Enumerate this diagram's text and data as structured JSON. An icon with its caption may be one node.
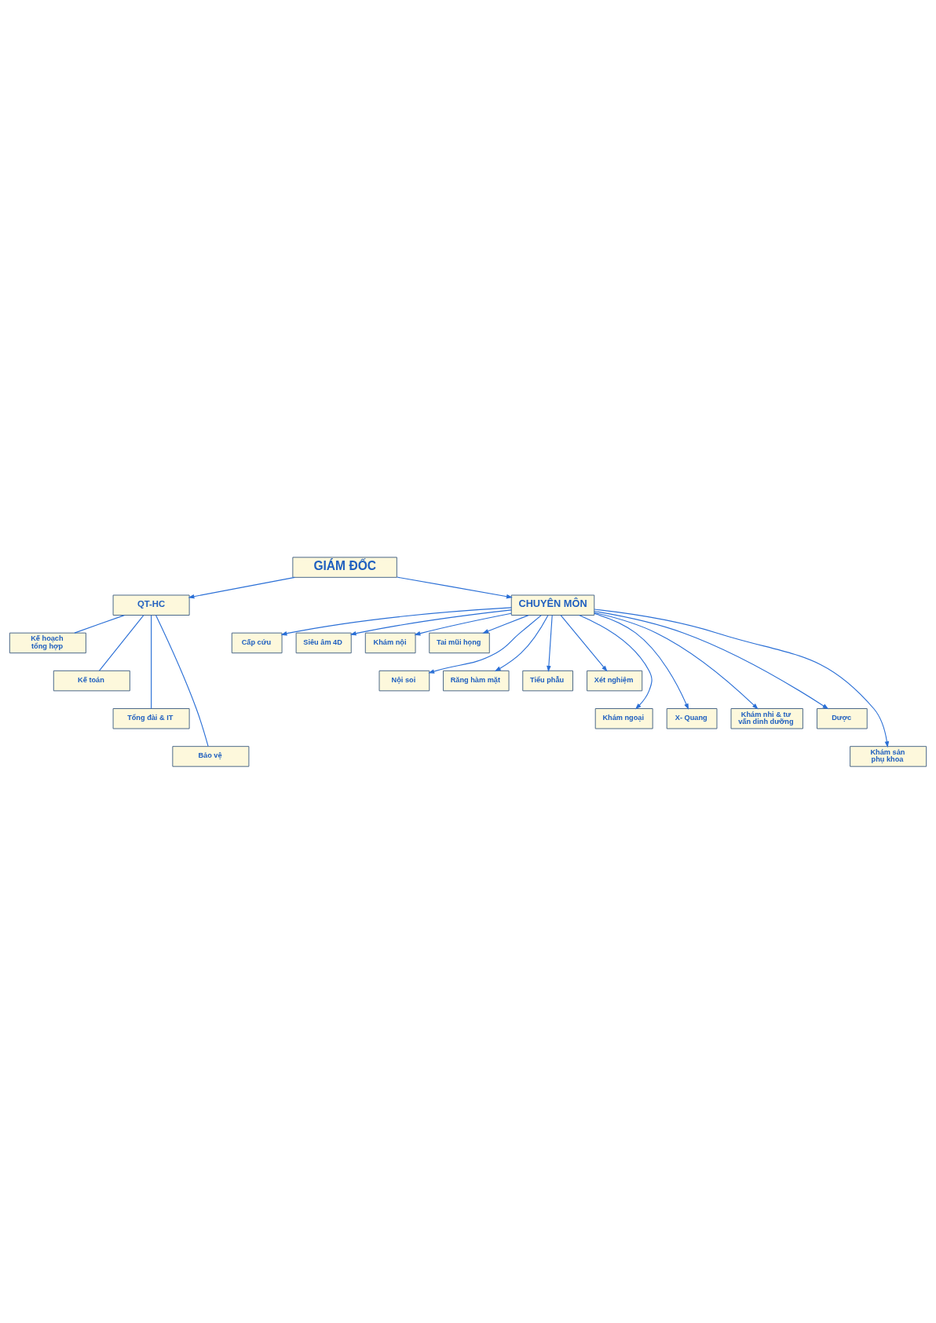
{
  "diagram": {
    "nodes": [
      {
        "text": [
          "GIÁM ĐỐC"
        ]
      },
      {
        "text": [
          "QT-HC"
        ]
      },
      {
        "text": [
          "Kế hoạch tổng hợp"
        ]
      },
      {
        "text": [
          "Kế toán"
        ]
      },
      {
        "text": [
          "Tổng đài & IT"
        ]
      },
      {
        "text": [
          "Bảo vệ"
        ]
      },
      {
        "text": [
          "CHUYÊN MÔN"
        ]
      },
      {
        "text": [
          "Cấp cứu"
        ]
      },
      {
        "text": [
          "Siêu âm 4D"
        ]
      },
      {
        "text": [
          "Khám nội"
        ]
      },
      {
        "text": [
          "Tai mũi họng"
        ]
      },
      {
        "text": [
          "Nội soi"
        ]
      },
      {
        "text": [
          "Răng hàm mặt"
        ]
      },
      {
        "text": [
          "Tiểu phẫu"
        ]
      },
      {
        "text": [
          "Xét nghiệm"
        ]
      },
      {
        "text": [
          "Khám ngoại"
        ]
      },
      {
        "text": [
          "X- Quang"
        ]
      },
      {
        "text": [
          "Khám nhi & tư vấn dinh dưỡng"
        ]
      },
      {
        "text": [
          "Dược"
        ]
      },
      {
        "text": [
          "Khám sản phụ khoa"
        ]
      }
    ],
    "edges": [
      {
        "from": 0,
        "to": 1,
        "arrow": "to"
      },
      {
        "from": 0,
        "to": 6,
        "arrow": "to"
      },
      {
        "from": 1,
        "to": 2,
        "arrow": "none"
      },
      {
        "from": 1,
        "to": 3,
        "arrow": "none"
      },
      {
        "from": 1,
        "to": 4,
        "arrow": "none"
      },
      {
        "from": 1,
        "to": 5,
        "arrow": "none"
      },
      {
        "from": 6,
        "to": 7,
        "arrow": "to"
      },
      {
        "from": 6,
        "to": 8,
        "arrow": "to"
      },
      {
        "from": 6,
        "to": 9,
        "arrow": "to"
      },
      {
        "from": 6,
        "to": 10,
        "arrow": "to"
      },
      {
        "from": 6,
        "to": 11,
        "arrow": "to"
      },
      {
        "from": 6,
        "to": 12,
        "arrow": "to"
      },
      {
        "from": 6,
        "to": 13,
        "arrow": "to"
      },
      {
        "from": 6,
        "to": 14,
        "arrow": "to"
      },
      {
        "from": 6,
        "to": 15,
        "arrow": "to"
      },
      {
        "from": 6,
        "to": 16,
        "arrow": "to"
      },
      {
        "from": 6,
        "to": 17,
        "arrow": "to"
      },
      {
        "from": 6,
        "to": 18,
        "arrow": "to"
      },
      {
        "from": 6,
        "to": 19,
        "arrow": "to"
      }
    ]
  }
}
